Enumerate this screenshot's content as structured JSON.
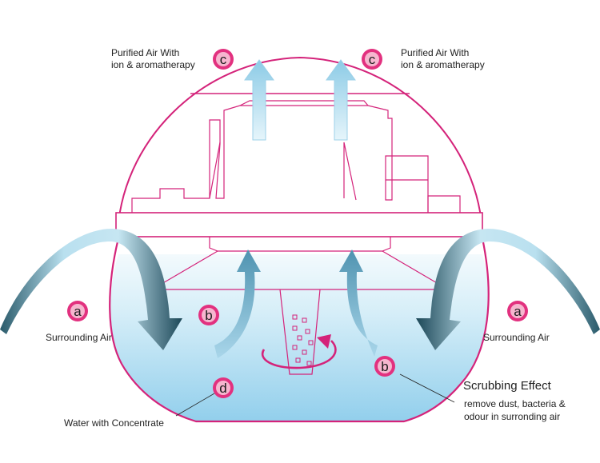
{
  "labels": {
    "purified_left_line1": "Purified Air With",
    "purified_left_line2": "ion & aromatherapy",
    "purified_right_line1": "Purified Air With",
    "purified_right_line2": "ion & aromatherapy",
    "surrounding_left": "Surrounding Air",
    "surrounding_right": "Surrounding Air",
    "water": "Water with Concentrate",
    "scrubbing_title": "Scrubbing Effect",
    "scrubbing_line1": "remove dust, bacteria &",
    "scrubbing_line2": "odour in surronding air"
  },
  "badges": {
    "a": "a",
    "b": "b",
    "c": "c",
    "d": "d"
  },
  "colors": {
    "outline": "#d4237a",
    "badge_fill": "#e2317f",
    "water_top": "#e4f4fb",
    "water_bottom": "#9bd3ee",
    "arrow_light": "#a9d8ec",
    "arrow_dark": "#1f4e5f"
  }
}
